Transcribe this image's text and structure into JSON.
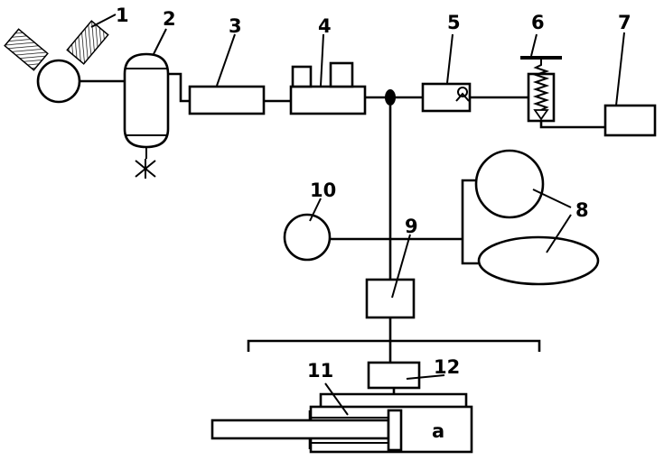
{
  "labels": {
    "c1": "1",
    "c2": "2",
    "c3": "3",
    "c4": "4",
    "c5": "5",
    "c6": "6",
    "c7": "7",
    "c8": "8",
    "c9": "9",
    "c10": "10",
    "c11": "11",
    "c12": "12",
    "cyl": "a"
  },
  "colors": {
    "line": "#000000",
    "background": "#ffffff"
  }
}
